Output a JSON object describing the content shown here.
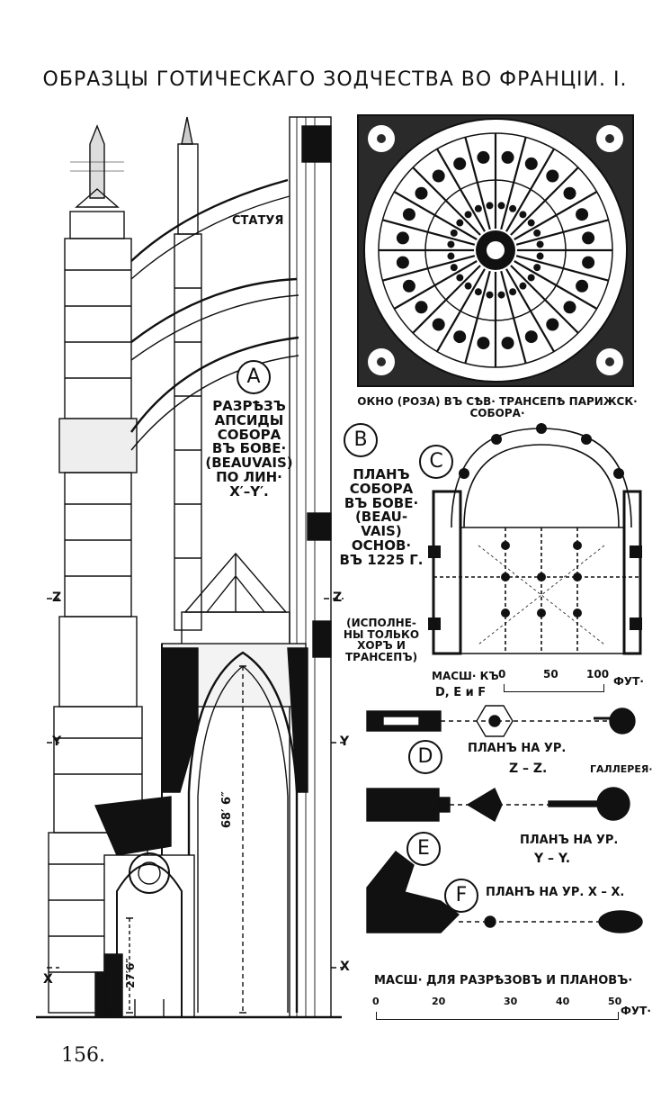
{
  "page": {
    "title": "ОБРАЗЦЫ ГОТИЧЕСКАГО ЗОДЧЕСТВА ВО ФРАНЦІИ. I.",
    "page_number": "156."
  },
  "section": {
    "label": "A",
    "statue_label": "СТАТУЯ",
    "caption": "РАЗРѢЗЪ АПСИДЫ СОБОРА ВЪ БОВЕ· (BEAUVAIS) ПО ЛИН· X′–Y′.",
    "caption_lines": [
      "РАЗРѢЗЪ",
      "АПСИДЫ",
      "СОБОРА",
      "ВЪ БОВЕ·",
      "(BEAUVAIS)",
      "ПО ЛИН·",
      "X′–Y′."
    ],
    "height_dim": "68′ 6″",
    "lower_dim": "27′6″",
    "level_z_left": "Z",
    "level_z_right": "Z",
    "level_y_left": "Y",
    "level_y_right": "Y",
    "level_x_left": "X",
    "level_x_right": "X"
  },
  "rose": {
    "label": "B",
    "caption": "ОКНО (РОЗА) ВЪ СѢВ· ТРАНСЕПѢ ПАРИЖСК· СОБОРА·"
  },
  "plan_c": {
    "label": "C",
    "caption_lines": [
      "ПЛАНЪ",
      "СОБОРА",
      "ВЪ БОВЕ·",
      "(BEAU-",
      "VAIS)",
      "ОСНОВ·",
      "ВЪ 1225 Г."
    ],
    "note_lines": [
      "(ИСПОЛНЕ-",
      "НЫ ТОЛЬКО",
      "ХОРЪ И",
      "ТРАНСЕПЪ)"
    ],
    "scale_title": "МАСШ· КЪ",
    "scale_sub": "D, E и F",
    "scale_ticks": [
      "0",
      "50",
      "100"
    ],
    "scale_unit": "ФУТ·"
  },
  "plan_d": {
    "label": "D",
    "caption": "ПЛАНЪ НА УР.",
    "level": "Z – Z.",
    "gallery": "ГАЛЛЕРЕЯ·"
  },
  "plan_e": {
    "label": "E",
    "caption": "ПЛАНЪ НА УР.",
    "level": "Y – Y."
  },
  "plan_f": {
    "label": "F",
    "caption": "ПЛАНЪ НА УР. X – X."
  },
  "main_scale": {
    "title": "МАСШ· ДЛЯ РАЗРѢЗОВЪ И ПЛАНОВЪ·",
    "ticks": [
      "0",
      "20",
      "30",
      "40",
      "50"
    ],
    "unit": "ФУТ·"
  }
}
